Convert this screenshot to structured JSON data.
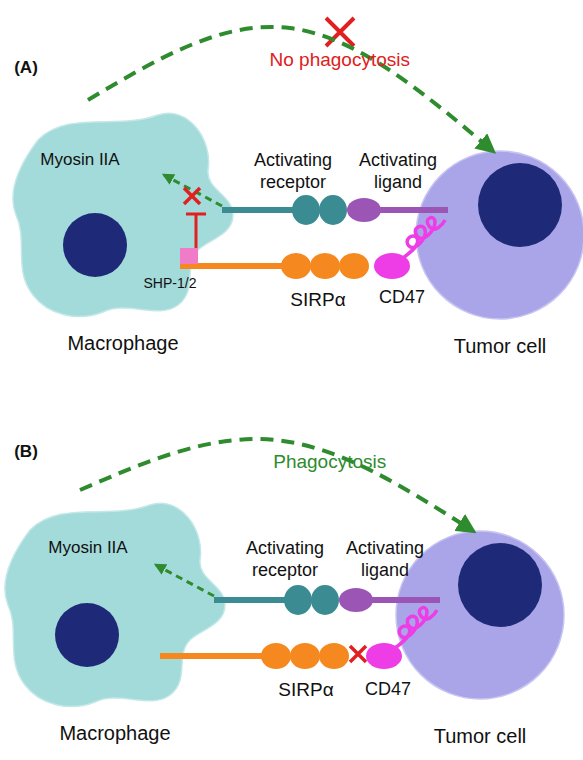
{
  "diagram": {
    "nodes": [
      {
        "text": [
          "Macrophage"
        ]
      },
      {
        "text": [
          "Tumor cell"
        ]
      },
      {
        "text": [
          "Macrophage"
        ]
      },
      {
        "text": [
          "Tumor cell"
        ]
      }
    ],
    "edges": [
      {
        "from": 0,
        "to": 1,
        "arrow": "to",
        "label": "No phagocytosis"
      },
      {
        "from": 2,
        "to": 3,
        "arrow": "to",
        "label": "Phagocytosis"
      }
    ],
    "labels": [
      "(A)",
      "Myosin IIA",
      "Activating receptor",
      "Activating ligand",
      "SHP-1/2",
      "SIRPα",
      "CD47",
      "(B)",
      "Myosin IIA",
      "Activating receptor",
      "Activating ligand",
      "SIRPα",
      "CD47"
    ]
  }
}
